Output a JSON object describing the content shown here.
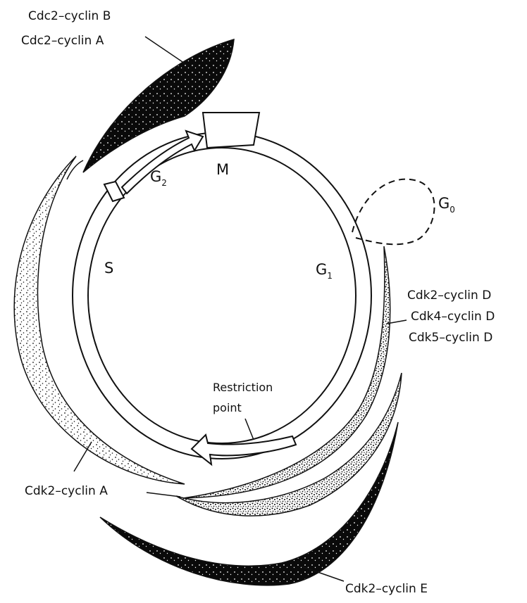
{
  "phases": {
    "m": "M",
    "g2": "G",
    "g2_sub": "2",
    "s": "S",
    "g1": "G",
    "g1_sub": "1",
    "g0": "G",
    "g0_sub": "0"
  },
  "restriction_point": {
    "line1": "Restriction",
    "line2": "point"
  },
  "complexes": {
    "cdc2_cyclin_b": "Cdc2–cyclin B",
    "cdc2_cyclin_a": "Cdc2–cyclin A",
    "cdk2_cyclin_d": "Cdk2–cyclin D",
    "cdk4_cyclin_d": "Cdk4–cyclin D",
    "cdk5_cyclin_d": "Cdk5–cyclin D",
    "cdk2_cyclin_a": "Cdk2–cyclin A",
    "cdk2_cyclin_e": "Cdk2–cyclin E"
  },
  "colors": {
    "ink": "#111111",
    "paper": "#ffffff"
  }
}
